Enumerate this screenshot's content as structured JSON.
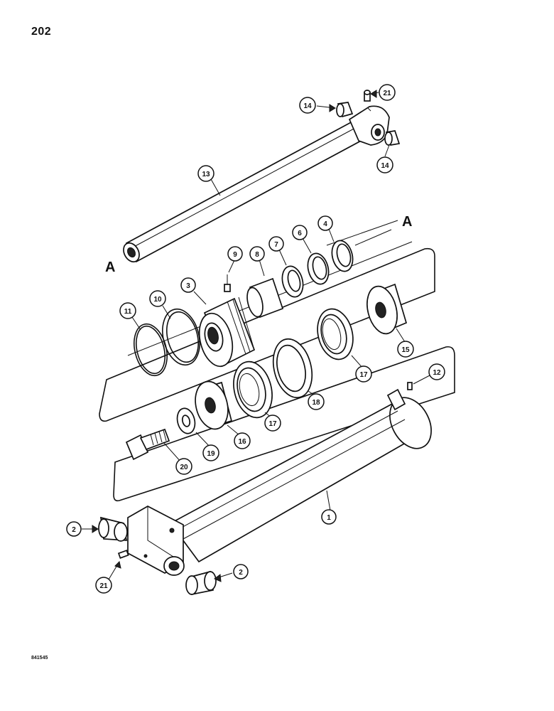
{
  "page": {
    "number": "202",
    "figure_code": "841545"
  },
  "reference_labels": {
    "top_left": "A",
    "top_right": "A"
  },
  "callouts": [
    {
      "id": "c1",
      "label": "1"
    },
    {
      "id": "c2a",
      "label": "2"
    },
    {
      "id": "c2b",
      "label": "2"
    },
    {
      "id": "c3",
      "label": "3"
    },
    {
      "id": "c4",
      "label": "4"
    },
    {
      "id": "c6",
      "label": "6"
    },
    {
      "id": "c7",
      "label": "7"
    },
    {
      "id": "c8",
      "label": "8"
    },
    {
      "id": "c9",
      "label": "9"
    },
    {
      "id": "c10",
      "label": "10"
    },
    {
      "id": "c11",
      "label": "11"
    },
    {
      "id": "c12",
      "label": "12"
    },
    {
      "id": "c13",
      "label": "13"
    },
    {
      "id": "c14a",
      "label": "14"
    },
    {
      "id": "c14b",
      "label": "14"
    },
    {
      "id": "c15",
      "label": "15"
    },
    {
      "id": "c16",
      "label": "16"
    },
    {
      "id": "c17a",
      "label": "17"
    },
    {
      "id": "c17b",
      "label": "17"
    },
    {
      "id": "c18",
      "label": "18"
    },
    {
      "id": "c19",
      "label": "19"
    },
    {
      "id": "c20",
      "label": "20"
    },
    {
      "id": "c21a",
      "label": "21"
    },
    {
      "id": "c21b",
      "label": "21"
    }
  ]
}
